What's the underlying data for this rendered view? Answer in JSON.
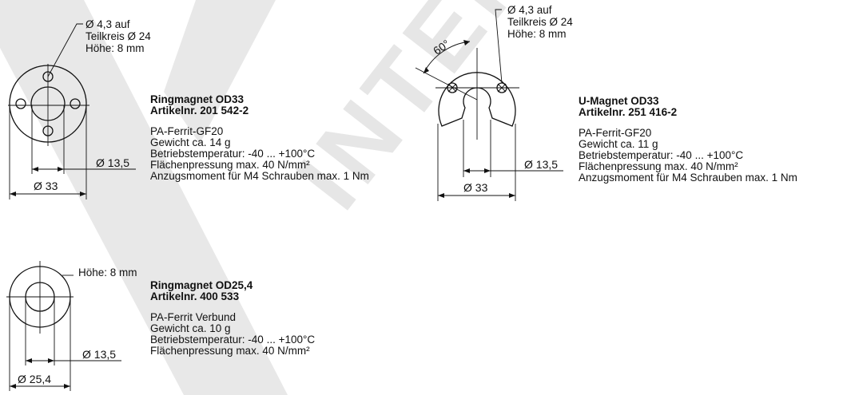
{
  "products": [
    {
      "name": "Ringmagnet OD33",
      "article": "Artikelnr. 201 542-2",
      "specs": [
        "PA-Ferrit-GF20",
        "Gewicht ca. 14 g",
        "Betriebstemperatur: -40 ... +100°C",
        "Flächenpressung max. 40 N/mm²",
        "Anzugsmoment für M4 Schrauben max. 1 Nm"
      ],
      "note": [
        "Ø 4,3 auf",
        "Teilkreis Ø 24",
        "Höhe: 8 mm"
      ],
      "outer_diameter": "Ø 33",
      "inner_diameter": "Ø 13,5"
    },
    {
      "name": "U-Magnet  OD33",
      "article": "Artikelnr. 251 416-2",
      "specs": [
        "PA-Ferrit-GF20",
        "Gewicht  ca. 11 g",
        "Betriebstemperatur: -40 ... +100°C",
        "Flächenpressung max. 40 N/mm²",
        "Anzugsmoment für M4 Schrauben max. 1 Nm"
      ],
      "note": [
        "Ø 4,3 auf",
        "Teilkreis Ø 24",
        "Höhe: 8 mm"
      ],
      "angle": "60°",
      "outer_diameter": "Ø 33",
      "inner_diameter": "Ø 13,5"
    },
    {
      "name": "Ringmagnet OD25,4",
      "article": "Artikelnr. 400 533",
      "specs": [
        "PA-Ferrit Verbund",
        "Gewicht  ca. 10 g",
        "Betriebstemperatur: -40 ... +100°C",
        "Flächenpressung max. 40 N/mm²"
      ],
      "note": [
        "Höhe: 8 mm"
      ],
      "outer_diameter": "Ø 25,4",
      "inner_diameter": "Ø 13,5"
    }
  ],
  "watermark": "INTER",
  "colors": {
    "line": "#111111",
    "watermark": "#e8e8e8",
    "background": "#ffffff"
  }
}
